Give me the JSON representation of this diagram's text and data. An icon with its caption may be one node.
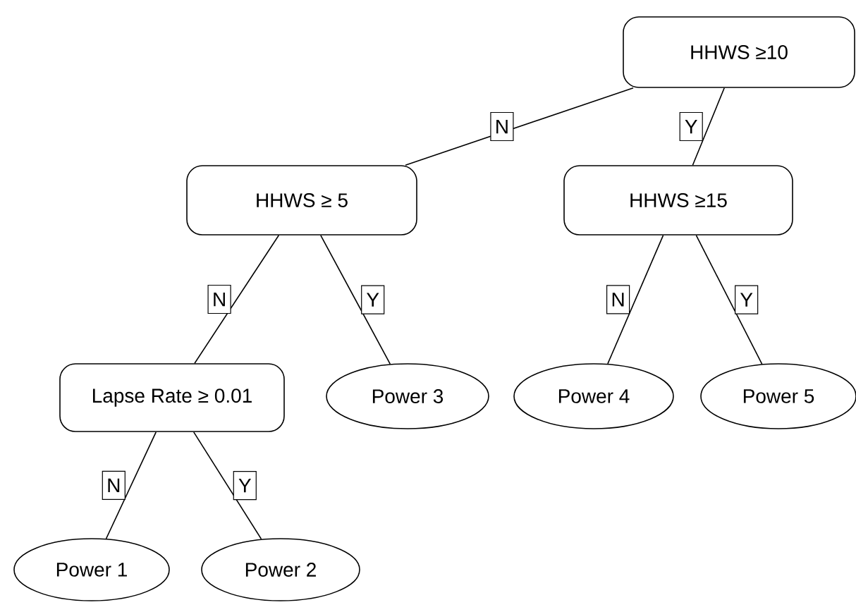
{
  "diagram": {
    "nodes": [
      {
        "text": [
          "HHWS ≥10"
        ]
      },
      {
        "text": [
          "HHWS ≥ 5"
        ]
      },
      {
        "text": [
          "HHWS ≥15"
        ]
      },
      {
        "text": [
          "Lapse Rate ≥ 0.01"
        ]
      },
      {
        "text": [
          "Power 3"
        ]
      },
      {
        "text": [
          "Power 4"
        ]
      },
      {
        "text": [
          "Power 5"
        ]
      },
      {
        "text": [
          "Power 1"
        ]
      },
      {
        "text": [
          "Power 2"
        ]
      }
    ],
    "edges": [
      {
        "from": 0,
        "to": 1,
        "arrow": "none",
        "label": "N"
      },
      {
        "from": 0,
        "to": 2,
        "arrow": "none",
        "label": "Y"
      },
      {
        "from": 1,
        "to": 3,
        "arrow": "none",
        "label": "N"
      },
      {
        "from": 1,
        "to": 4,
        "arrow": "none",
        "label": "Y"
      },
      {
        "from": 2,
        "to": 5,
        "arrow": "none",
        "label": "N"
      },
      {
        "from": 2,
        "to": 6,
        "arrow": "none",
        "label": "Y"
      },
      {
        "from": 3,
        "to": 7,
        "arrow": "none",
        "label": "N"
      },
      {
        "from": 3,
        "to": 8,
        "arrow": "none",
        "label": "Y"
      }
    ]
  }
}
